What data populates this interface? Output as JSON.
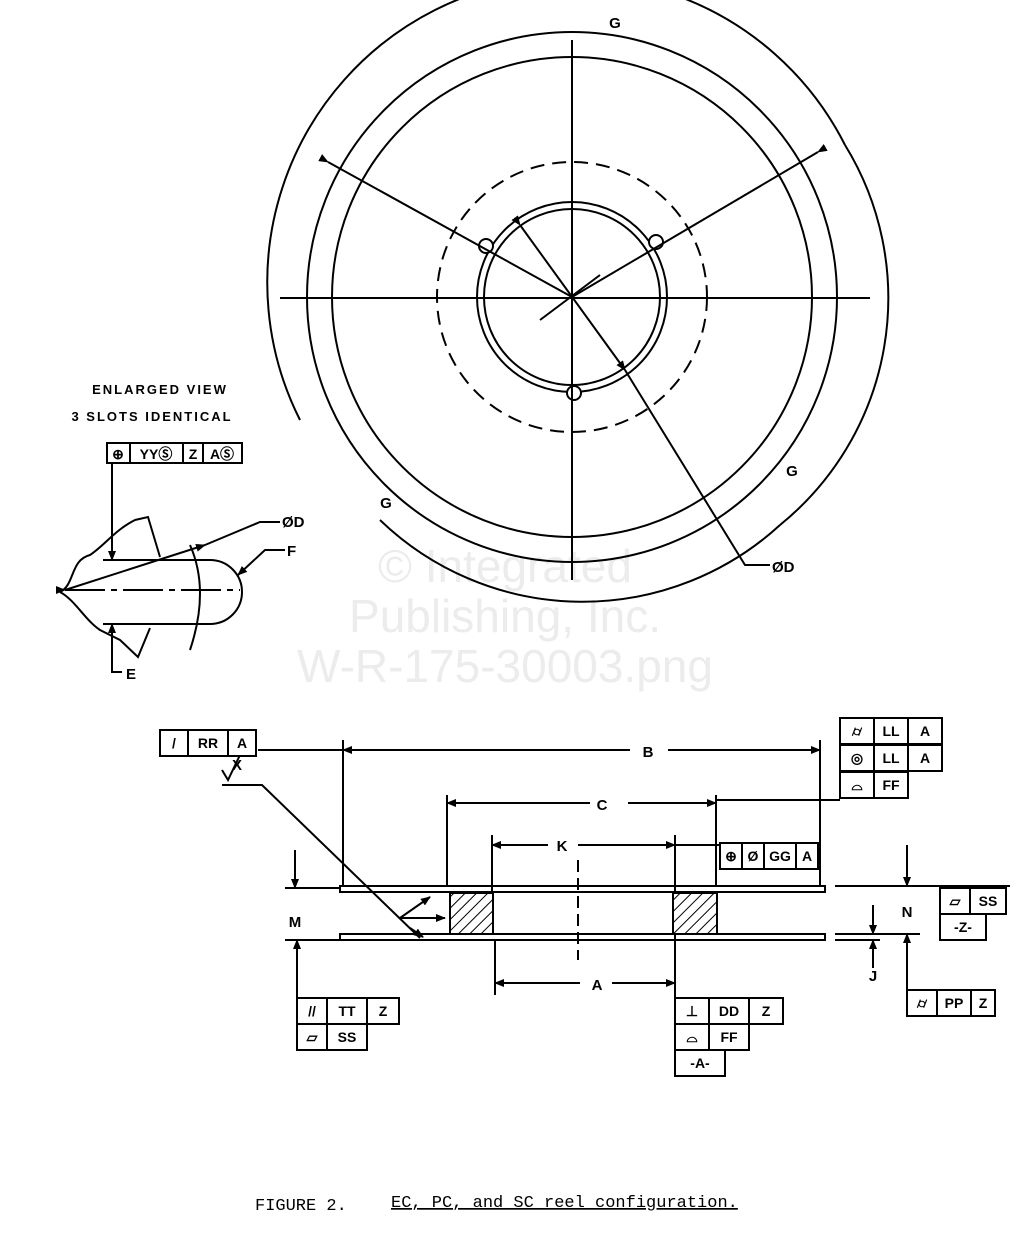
{
  "figure": {
    "caption_prefix": "FIGURE 2.",
    "caption_text": "EC, PC, and SC reel configuration."
  },
  "top_view": {
    "labels": {
      "g_top": "G",
      "g_left": "G",
      "g_right": "G",
      "diameter_d": "ØD"
    }
  },
  "enlarged_view": {
    "title_line1": "ENLARGED VIEW",
    "title_line2": "3 SLOTS IDENTICAL",
    "fcf": [
      "⊕",
      "YYⓈ",
      "Z",
      "AⓈ"
    ],
    "labels": {
      "diameter_d": "ØD",
      "f": "F",
      "e": "E"
    }
  },
  "section_view": {
    "dims": {
      "b": "B",
      "c": "C",
      "k": "K",
      "a": "A",
      "m": "M",
      "n": "N",
      "j": "J",
      "x": "X"
    },
    "fcf_rr": [
      "/",
      "RR",
      "A"
    ],
    "fcf_ll1": [
      "⌭",
      "LL",
      "A"
    ],
    "fcf_ll2": [
      "◎",
      "LL",
      "A"
    ],
    "fcf_ff": [
      "⌓",
      "FF"
    ],
    "fcf_gg": [
      "⊕",
      "Ø",
      "GG",
      "A"
    ],
    "fcf_tt": [
      "//",
      "TT",
      "Z"
    ],
    "fcf_ss_left": [
      "▱",
      "SS"
    ],
    "fcf_dd": [
      "⊥",
      "DD",
      "Z"
    ],
    "fcf_ff2": [
      "⌓",
      "FF"
    ],
    "datum_a": "-A-",
    "fcf_ss_right": [
      "▱",
      "SS"
    ],
    "datum_z": "-Z-",
    "fcf_pp": [
      "⌭",
      "PP",
      "Z"
    ]
  },
  "watermark": {
    "line1": "© Integrated",
    "line2": "Publishing, Inc.",
    "line3": "W-R-175-30003.png"
  }
}
